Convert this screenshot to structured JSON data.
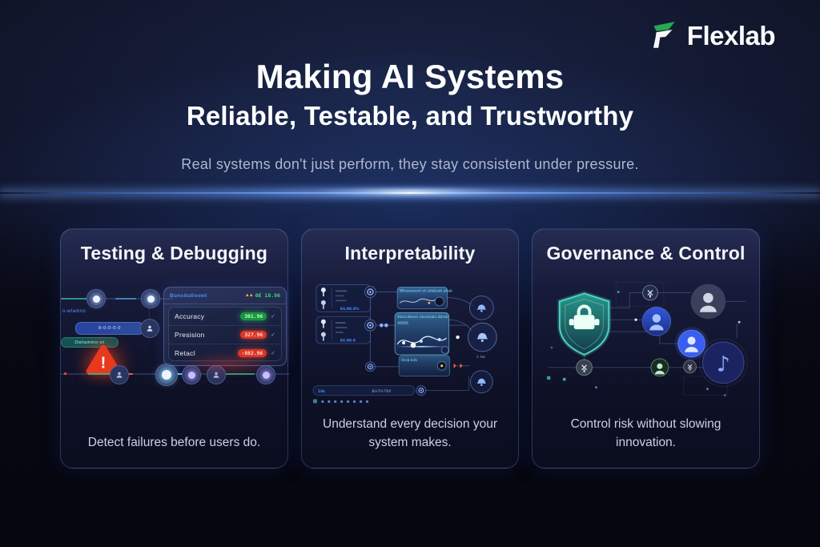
{
  "brand": {
    "name": "Flexlab",
    "logo_green": "#27a84e"
  },
  "header": {
    "title_line1": "Making AI Systems",
    "title_line2": "Reliable, Testable, and Trustworthy",
    "subtitle": "Real systems don't just perform, they stay consistent under pressure."
  },
  "cards": [
    {
      "title": "Testing & Debugging",
      "caption": "Detect failures before users do."
    },
    {
      "title": "Interpretability",
      "caption": "Understand every decision your system makes."
    },
    {
      "title": "Governance & Control",
      "caption": "Control risk without slowing innovation."
    }
  ],
  "icons": {
    "warning_triangles": "▲▲",
    "alert_mark": "!",
    "check": "✓",
    "music_note": "♪"
  },
  "testing_panel": {
    "header_label": "Bunsitu0oowt",
    "warning_value": "0E 18.96",
    "rows": [
      {
        "label": "Accuracy",
        "value": "301.96",
        "status": "good"
      },
      {
        "label": "Presision",
        "value": "327.96",
        "status": "bad"
      },
      {
        "label": "Retacl",
        "value": "-882.96",
        "status": "bad"
      }
    ]
  },
  "testing_misc": {
    "tag": "o-wlamno",
    "pill_blue": "8-0-0-0-0",
    "pill_teal": "Owlammo-et"
  },
  "interpretability_diagram": {
    "panel_top_header": "Whaeaessrt-vt-sdabsab.abab",
    "panel_mid_header": "4btscdbaen.sbesbabs.dbssb",
    "panel_bottom_header": "0ssb.bsb",
    "left_panel_top_label": "93.98.0%",
    "left_panel_bottom_label": "92.00 0",
    "timeline_label": "10s",
    "timeline_text": "BH-TH-TRP",
    "circle_label": "t.-tw"
  },
  "colors": {
    "good_badge": "#17953f",
    "bad_badge": "#e03524",
    "alert_red": "#e8391f",
    "glow_blue": "#7fb2ff",
    "shield_teal": "#2aa79b"
  }
}
